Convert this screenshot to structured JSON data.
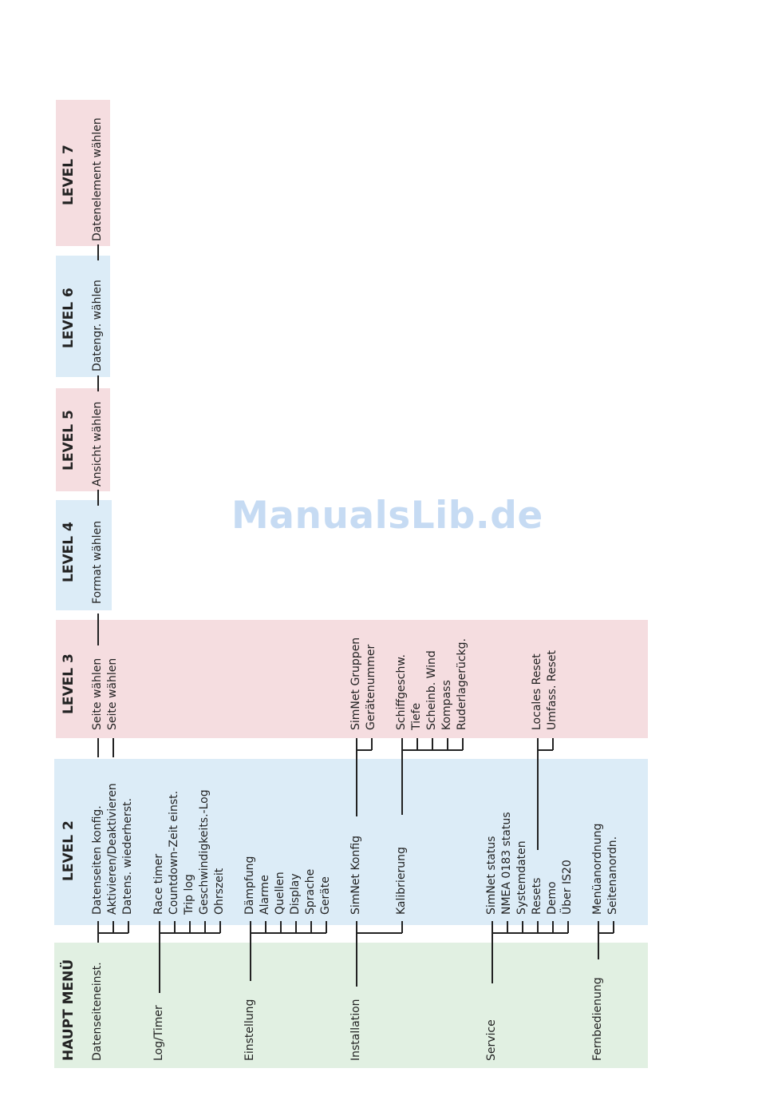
{
  "levels": {
    "main": "HAUPT MENÜ",
    "l2": "LEVEL 2",
    "l3": "LEVEL 3",
    "l4": "LEVEL 4",
    "l5": "LEVEL 5",
    "l6": "LEVEL 6",
    "l7": "LEVEL 7"
  },
  "main_items": [
    "Datenseiteneinst.",
    "Log/Timer",
    "Einstellung",
    "Installation",
    "Service",
    "Fernbedienung"
  ],
  "datenseiten": [
    "Datenseiten konfig.",
    "Aktivieren/Deaktivieren",
    "Datens. wiederherst."
  ],
  "log_timer": [
    "Race timer",
    "Countdown-Zeit einst.",
    "Trip log",
    "Geschwindigkeits.-Log",
    "Ohrszeit"
  ],
  "einstellung": [
    "Dämpfung",
    "Alarme",
    "Quellen",
    "Display",
    "Sprache",
    "Geräte"
  ],
  "installation": [
    "SimNet Konfig",
    "Kalibrierung"
  ],
  "service": [
    "SimNet status",
    "NMEA 0183 status",
    "Systemdaten",
    "Resets",
    "Demo",
    "Über IS20"
  ],
  "fernbedienung": [
    "Menüanordnung",
    "Seitenanordn."
  ],
  "level3": {
    "seite": [
      "Seite wählen",
      "Seite wählen"
    ],
    "simnet": [
      "SimNet Gruppen",
      "Gerätenummer"
    ],
    "kalib": [
      "Schiffgeschw.",
      "Tiefe",
      "Scheinb. Wind",
      "Kompass",
      "Ruderlagerückg."
    ],
    "resets": [
      "Locales Reset",
      "Umfass. Reset"
    ]
  },
  "level4": "Format wählen",
  "level5": "Ansicht wählen",
  "level6": "Datengr. wählen",
  "level7": "Datenelement wählen",
  "watermark": "ManualsLib.de"
}
